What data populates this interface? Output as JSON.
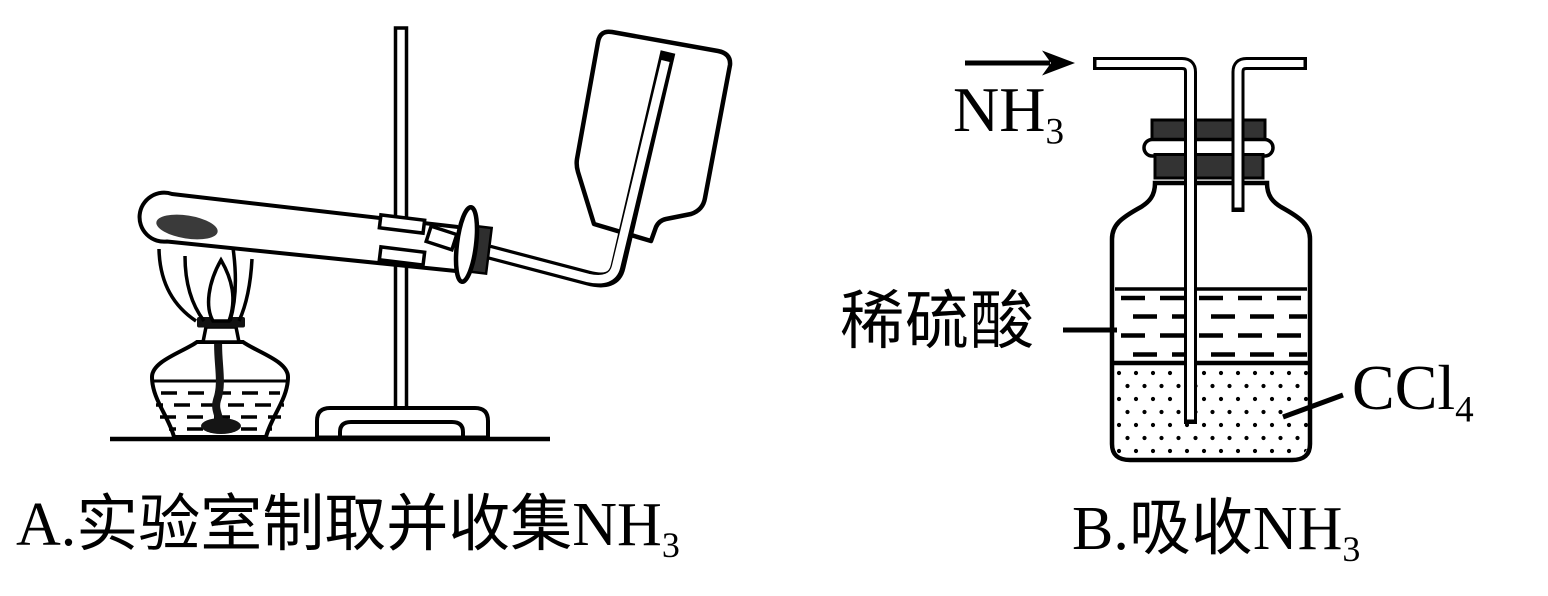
{
  "panel_a": {
    "caption": {
      "prefix": "A.实验室制取并收集NH",
      "sub": "3"
    }
  },
  "panel_b": {
    "caption": {
      "prefix": "B.吸收NH",
      "sub": "3"
    },
    "gas_label": {
      "prefix": "NH",
      "sub": "3"
    },
    "acid_label": "稀硫酸",
    "solvent_label": {
      "prefix": "CCl",
      "sub": "4"
    }
  },
  "colors": {
    "ink": "#000000",
    "stopper": "#333333",
    "background": "#ffffff"
  }
}
